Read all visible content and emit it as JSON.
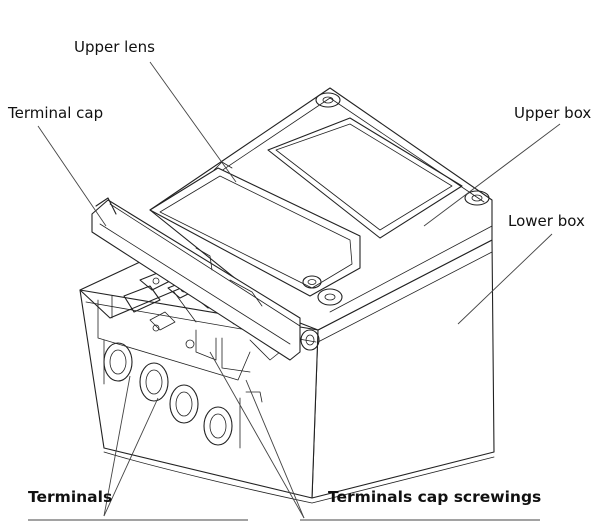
{
  "labels": {
    "upper_lens": "Upper lens",
    "terminal_cap": "Terminal cap",
    "upper_box": "Upper box",
    "lower_box": "Lower box",
    "terminals": "Terminals",
    "terminals_cap_screwings": "Terminals cap screwings"
  }
}
